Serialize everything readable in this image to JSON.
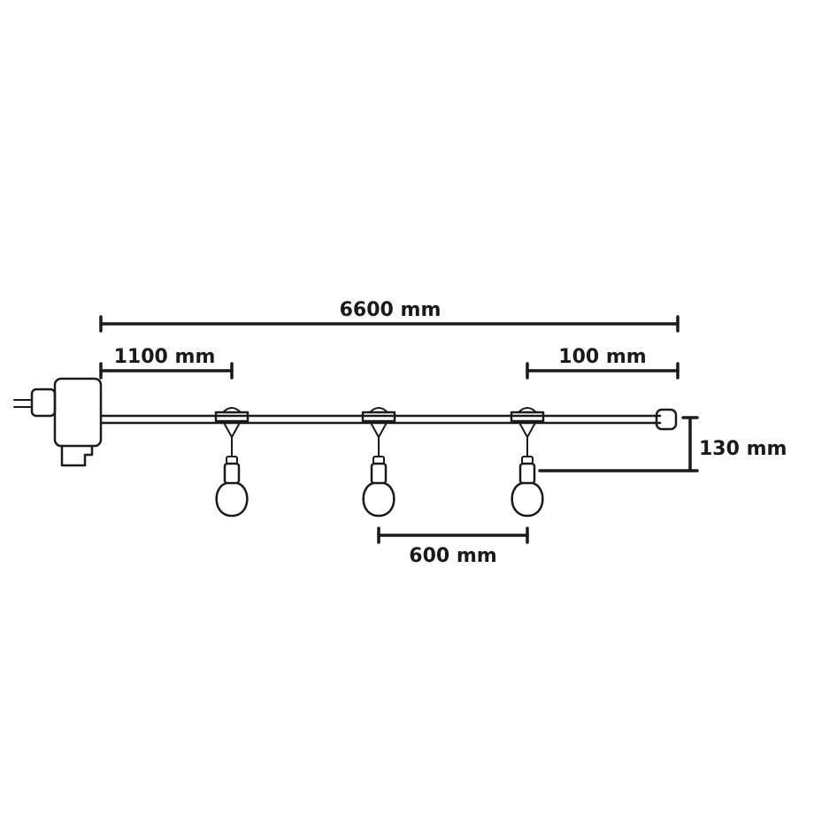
{
  "dimensions": {
    "total_length": "6600 mm",
    "lead_length": "1100 mm",
    "tail_length": "100 mm",
    "drop_height": "130 mm",
    "bulb_spacing": "600 mm"
  },
  "colors": {
    "line": "#1a1a1a",
    "background": "#ffffff"
  }
}
